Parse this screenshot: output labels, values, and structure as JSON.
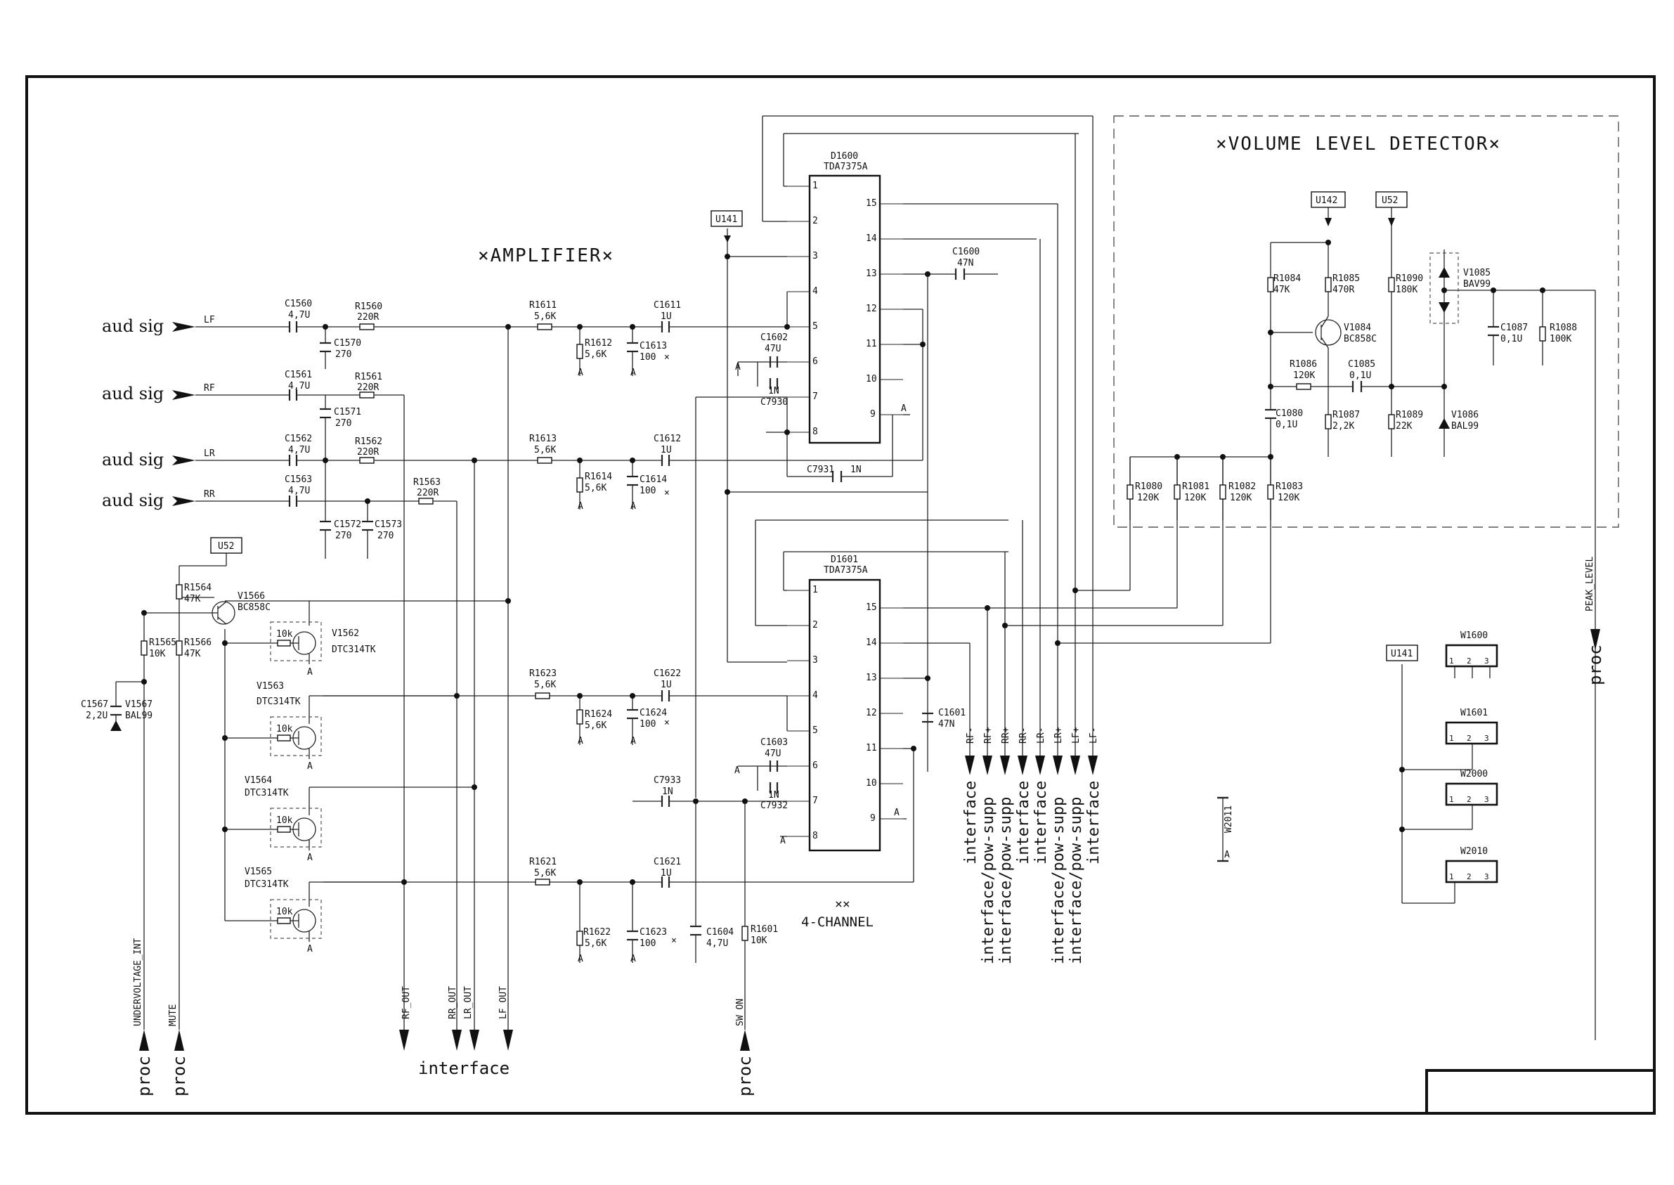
{
  "blocks": {
    "amplifier": "×AMPLIFIER×",
    "volume_detector": "×VOLUME LEVEL DETECTOR×",
    "four_channel_mark": "××",
    "four_channel": "4-CHANNEL"
  },
  "ics": [
    {
      "ref": "D1600",
      "part": "TDA7375A",
      "pins_left": [
        "1",
        "2",
        "3",
        "4",
        "5",
        "6",
        "7",
        "8"
      ],
      "pins_right": [
        "15",
        "14",
        "13",
        "12",
        "11",
        "10",
        "9"
      ]
    },
    {
      "ref": "D1601",
      "part": "TDA7375A",
      "pins_left": [
        "1",
        "2",
        "3",
        "4",
        "5",
        "6",
        "7",
        "8"
      ],
      "pins_right": [
        "15",
        "14",
        "13",
        "12",
        "11",
        "10",
        "9"
      ]
    }
  ],
  "inputs": [
    {
      "text": "aud sig",
      "net": "LF"
    },
    {
      "text": "aud sig",
      "net": "RF"
    },
    {
      "text": "aud sig",
      "net": "LR"
    },
    {
      "text": "aud sig",
      "net": "RR"
    }
  ],
  "rails": [
    "U141",
    "U52",
    "U142",
    "U52",
    "U141"
  ],
  "components": [
    {
      "ref": "C1560",
      "val": "4,7U"
    },
    {
      "ref": "C1561",
      "val": "4,7U"
    },
    {
      "ref": "C1562",
      "val": "4,7U"
    },
    {
      "ref": "C1563",
      "val": "4,7U"
    },
    {
      "ref": "R1560",
      "val": "220R"
    },
    {
      "ref": "R1561",
      "val": "220R"
    },
    {
      "ref": "R1562",
      "val": "220R"
    },
    {
      "ref": "R1563",
      "val": "220R"
    },
    {
      "ref": "C1570",
      "val": "270"
    },
    {
      "ref": "C1571",
      "val": "270"
    },
    {
      "ref": "C1572",
      "val": "270"
    },
    {
      "ref": "C1573",
      "val": "270"
    },
    {
      "ref": "R1611",
      "val": "5,6K"
    },
    {
      "ref": "R1612",
      "val": "5,6K"
    },
    {
      "ref": "C1611",
      "val": "1U"
    },
    {
      "ref": "C1613",
      "val": "100"
    },
    {
      "ref": "R1613",
      "val": "5,6K"
    },
    {
      "ref": "R1614",
      "val": "5,6K"
    },
    {
      "ref": "C1612",
      "val": "1U"
    },
    {
      "ref": "C1614",
      "val": "100"
    },
    {
      "ref": "C1602",
      "val": "47U"
    },
    {
      "ref": "C7930",
      "val": "1N"
    },
    {
      "ref": "C7931",
      "val": "1N"
    },
    {
      "ref": "C1600",
      "val": "47N"
    },
    {
      "ref": "R1623",
      "val": "5,6K"
    },
    {
      "ref": "R1624",
      "val": "5,6K"
    },
    {
      "ref": "C1622",
      "val": "1U"
    },
    {
      "ref": "C1624",
      "val": "100"
    },
    {
      "ref": "C7933",
      "val": "1N"
    },
    {
      "ref": "C1603",
      "val": "47U"
    },
    {
      "ref": "C7932",
      "val": "1N"
    },
    {
      "ref": "C1601",
      "val": "47N"
    },
    {
      "ref": "R1621",
      "val": "5,6K"
    },
    {
      "ref": "C1621",
      "val": "1U"
    },
    {
      "ref": "R1622",
      "val": "5,6K"
    },
    {
      "ref": "C1623",
      "val": "100"
    },
    {
      "ref": "C1604",
      "val": "4,7U"
    },
    {
      "ref": "R1601",
      "val": "10K"
    },
    {
      "ref": "R1564",
      "val": "47K"
    },
    {
      "ref": "V1566",
      "val": "BC858C"
    },
    {
      "ref": "R1565",
      "val": "10K"
    },
    {
      "ref": "R1566",
      "val": "47K"
    },
    {
      "ref": "C1567",
      "val": "2,2U"
    },
    {
      "ref": "V1567",
      "val": "BAL99"
    },
    {
      "ref": "V1562",
      "val": "DTC314TK"
    },
    {
      "ref": "V1563",
      "val": "DTC314TK"
    },
    {
      "ref": "V1564",
      "val": "DTC314TK"
    },
    {
      "ref": "V1565",
      "val": "DTC314TK"
    },
    {
      "ref": "R1084",
      "val": "47K"
    },
    {
      "ref": "R1085",
      "val": "470R"
    },
    {
      "ref": "V1084",
      "val": "BC858C"
    },
    {
      "ref": "R1090",
      "val": "180K"
    },
    {
      "ref": "V1085",
      "val": "BAV99"
    },
    {
      "ref": "C1087",
      "val": "0,1U"
    },
    {
      "ref": "R1088",
      "val": "100K"
    },
    {
      "ref": "R1086",
      "val": "120K"
    },
    {
      "ref": "C1085",
      "val": "0,1U"
    },
    {
      "ref": "C1080",
      "val": "0,1U"
    },
    {
      "ref": "R1087",
      "val": "2,2K"
    },
    {
      "ref": "R1089",
      "val": "22K"
    },
    {
      "ref": "V1086",
      "val": "BAL99"
    },
    {
      "ref": "R1080",
      "val": "120K"
    },
    {
      "ref": "R1081",
      "val": "120K"
    },
    {
      "ref": "R1082",
      "val": "120K"
    },
    {
      "ref": "R1083",
      "val": "120K"
    }
  ],
  "small_labels": {
    "gnd": "A",
    "x": "×",
    "r10k": "10k"
  },
  "nets": {
    "rf_out": "RF_OUT",
    "rr_out": "RR_OUT",
    "lr_out": "LR_OUT",
    "lf_out": "LF_OUT",
    "undervoltage": "UNDERVOLTAGE_INT",
    "mute": "MUTE",
    "sw_on": "SW_ON",
    "peak_level": "PEAK_LEVEL"
  },
  "bottom_dest": [
    "proc",
    "proc",
    "interface",
    "proc"
  ],
  "right_dest": [
    "proc"
  ],
  "speaker_bus": [
    {
      "net": "RF-",
      "dest": "interface"
    },
    {
      "net": "RF+",
      "dest": "interface/pow-supp"
    },
    {
      "net": "RR+",
      "dest": "interface/pow-supp"
    },
    {
      "net": "RR-",
      "dest": "interface"
    },
    {
      "net": "LR-",
      "dest": "interface"
    },
    {
      "net": "LR+",
      "dest": "interface/pow-supp"
    },
    {
      "net": "LF+",
      "dest": "interface/pow-supp"
    },
    {
      "net": "LF-",
      "dest": "interface"
    }
  ],
  "connectors": [
    {
      "ref": "W1600",
      "pins": [
        "1",
        "2",
        "3"
      ]
    },
    {
      "ref": "W1601",
      "pins": [
        "1",
        "2",
        "3"
      ]
    },
    {
      "ref": "W2000",
      "pins": [
        "1",
        "2",
        "3"
      ]
    },
    {
      "ref": "W2010",
      "pins": [
        "1",
        "2",
        "3"
      ]
    }
  ],
  "jumper": "W2011"
}
